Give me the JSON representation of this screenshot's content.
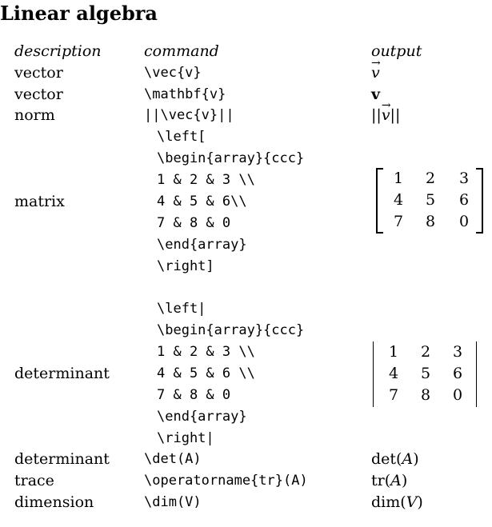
{
  "title": "Linear algebra",
  "headers": {
    "description": "description",
    "command": "command",
    "output": "output"
  },
  "rows": [
    {
      "description": "vector",
      "command": "\\vec{v}",
      "output": "v"
    },
    {
      "description": "vector",
      "command": "\\mathbf{v}",
      "output": "v"
    },
    {
      "description": "norm",
      "command": "||\\vec{v}||",
      "output_prefix": "||",
      "output_var": "v",
      "output_suffix": "||"
    },
    {
      "description": "matrix",
      "command_lines": [
        "\\left[",
        "\\begin{array}{ccc}",
        "1 & 2 & 3 \\\\",
        "4 & 5 & 6\\\\",
        "7 & 8 & 0",
        "\\end{array}",
        "\\right]"
      ],
      "matrix": [
        [
          "1",
          "2",
          "3"
        ],
        [
          "4",
          "5",
          "6"
        ],
        [
          "7",
          "8",
          "0"
        ]
      ]
    },
    {
      "description": "determinant",
      "command_lines": [
        "\\left|",
        "\\begin{array}{ccc}",
        "1 & 2 & 3 \\\\",
        "4 & 5 & 6 \\\\",
        "7 & 8 & 0",
        "\\end{array}",
        "\\right|"
      ],
      "matrix": [
        [
          "1",
          "2",
          "3"
        ],
        [
          "4",
          "5",
          "6"
        ],
        [
          "7",
          "8",
          "0"
        ]
      ]
    },
    {
      "description": "determinant",
      "command": "\\det(A)",
      "output_fn": "det",
      "output_arg": "A"
    },
    {
      "description": "trace",
      "command": "\\operatorname{tr}(A)",
      "output_fn": "tr",
      "output_arg": "A"
    },
    {
      "description": "dimension",
      "command": "\\dim(V)",
      "output_fn": "dim",
      "output_arg": "V"
    }
  ]
}
